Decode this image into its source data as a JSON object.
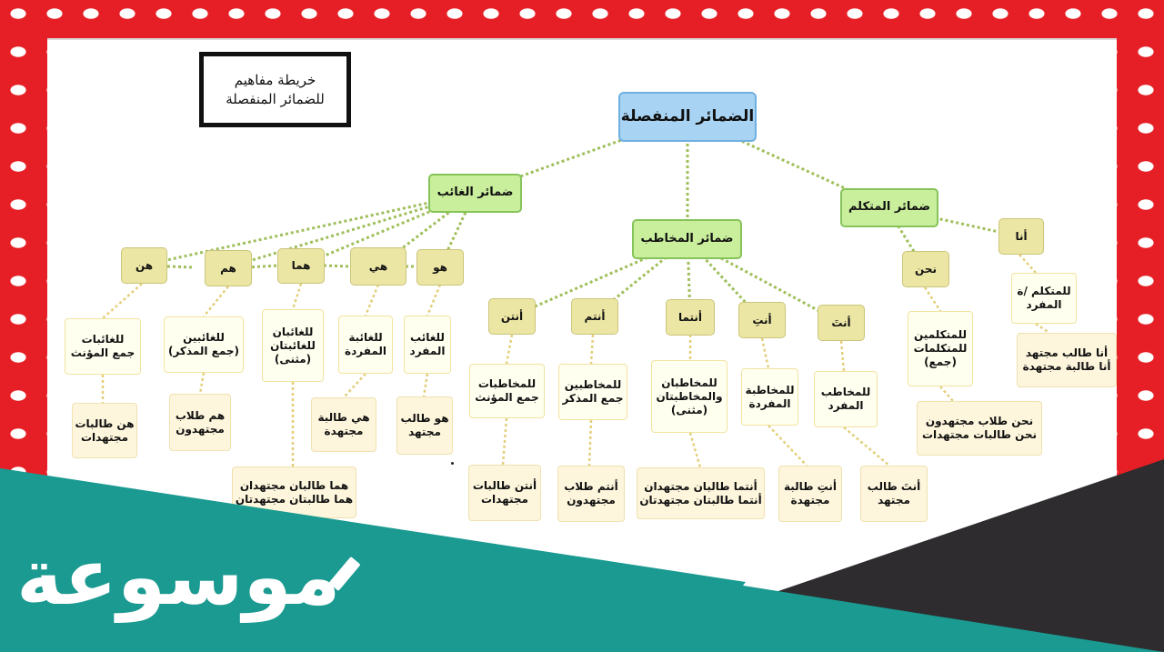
{
  "title_box": "خريطة مفاهيم\nللضمائر المنفصلة",
  "root": "الضمائر المنفصلة",
  "categories": {
    "ghaib": "ضمائر الغائب",
    "mukhatab": "ضمائر المخاطب",
    "mutakallim": "ضمائر المتكلم"
  },
  "ghaib": [
    {
      "pronoun": "هو",
      "desc": "للغائب\nالمفرد",
      "example": "هو طالب\nمجتهد"
    },
    {
      "pronoun": "هي",
      "desc": "للغائبة\nالمفردة",
      "example": "هي طالبة\nمجتهدة"
    },
    {
      "pronoun": "هما",
      "desc": "للغائبان\nللغائبتان\n(مثنى)",
      "example": "هما طالبان مجتهدان\nهما طالبتان مجتهدتان"
    },
    {
      "pronoun": "هم",
      "desc": "للغائبين\n(جمع المذكر)",
      "example": "هم طلاب\nمجتهدون"
    },
    {
      "pronoun": "هن",
      "desc": "للغائبات\nجمع المؤنث",
      "example": "هن طالبات\nمجتهدات"
    }
  ],
  "mukhatab": [
    {
      "pronoun": "أنتَ",
      "desc": "للمخاطب\nالمفرد",
      "example": "أنتَ طالب\nمجتهد"
    },
    {
      "pronoun": "أنتِ",
      "desc": "للمخاطبة\nالمفردة",
      "example": "أنتِ طالبة\nمجتهدة"
    },
    {
      "pronoun": "أنتما",
      "desc": "للمخاطبان\nوالمخاطبتان\n(مثنى)",
      "example": "أنتما طالبان مجتهدان\nأنتما طالبتان مجتهدتان"
    },
    {
      "pronoun": "أنتم",
      "desc": "للمخاطبين\nجمع المذكر",
      "example": "أنتم طلاب\nمجتهدون"
    },
    {
      "pronoun": "أنتن",
      "desc": "للمخاطبات\nجمع المؤنث",
      "example": "أنتن طالبات\nمجتهدات"
    }
  ],
  "mutakallim": [
    {
      "pronoun": "أنا",
      "desc": "للمتكلم /ة\nالمفرد",
      "example": "أنا طالب مجتهد\nأنا طالبة مجتهدة"
    },
    {
      "pronoun": "نحن",
      "desc": "للمتكلمين\nللمتكلمات\n(جمع)",
      "example": "نحن طلاب مجتهدون\nنحن طالبات مجتهدات"
    }
  ],
  "logo": "موسوعة",
  "colors": {
    "frame_red": "#e51f25",
    "root_blue": "#a8d3f3",
    "category_green": "#c9ef9d",
    "pronoun_khaki": "#ebe6a4",
    "teal_band": "#1a9a90",
    "dark_band": "#2e2c2f"
  }
}
